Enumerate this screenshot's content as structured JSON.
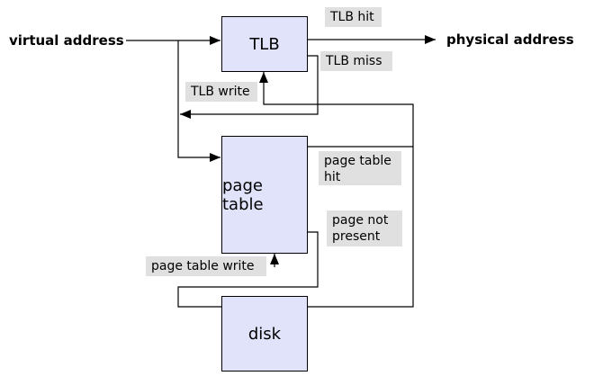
{
  "inputs": {
    "virtual_address": "virtual address"
  },
  "outputs": {
    "physical_address": "physical address"
  },
  "nodes": {
    "tlb": "TLB",
    "page_table": "page table",
    "disk": "disk"
  },
  "edge_labels": {
    "tlb_hit": "TLB hit",
    "tlb_miss": "TLB miss",
    "tlb_write": "TLB write",
    "page_table_hit": "page table hit",
    "page_not_present": "page not present",
    "page_table_write": "page table write"
  },
  "colors": {
    "node_fill": "#e1e3fb",
    "label_background": "#e0e0e0",
    "line": "#000000"
  }
}
